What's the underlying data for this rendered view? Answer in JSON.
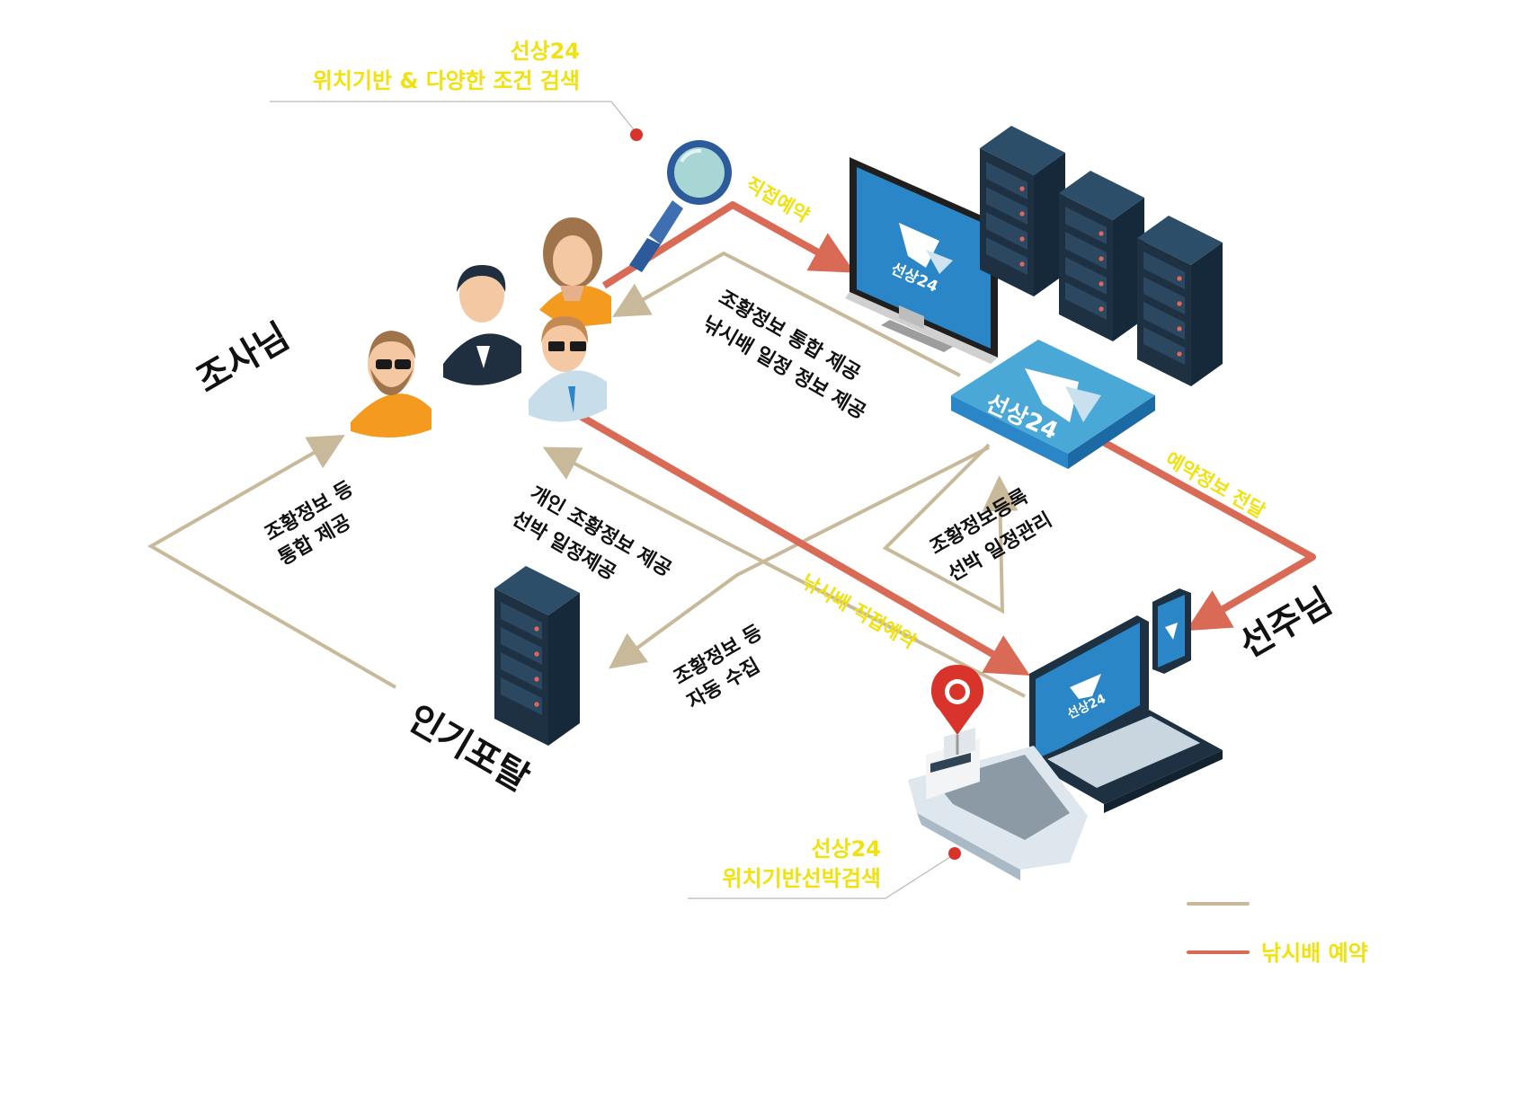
{
  "callouts": {
    "search_top": {
      "line1": "선상24",
      "line2": "위치기반 & 다양한 조건 검색"
    },
    "search_bottom": {
      "line1": "선상24",
      "line2": "위치기반선박검색"
    }
  },
  "actors": {
    "anglers": "조사님",
    "portal": "인기포탈",
    "captain": "선주님"
  },
  "flows": {
    "direct_booking": "직접예약",
    "info_line1": "조황정보 통합 제공",
    "info_line2": "낚시배 일정 정보 제공",
    "reservation_delivery": "예약정보 전달",
    "register_line1": "조황정보등록",
    "register_line2": "선박 일정관리",
    "personal_line1": "개인 조황정보 제공",
    "personal_line2": "선박 일정제공",
    "boat_direct_booking": "낚시배 직접예약",
    "portal_to_anglers_line1": "조황정보 등",
    "portal_to_anglers_line2": "통합 제공",
    "collect_line1": "조황정보 등",
    "collect_line2": "자동 수집"
  },
  "brand": {
    "logo_text": "선상24"
  },
  "legend": {
    "items": [
      {
        "label": "",
        "color": "#c8b99a"
      },
      {
        "label": "낚시배 예약",
        "color": "#d96a55"
      }
    ]
  },
  "icons": [
    "magnifier-icon",
    "server-rack-icon",
    "monitor-icon",
    "hub-icon",
    "laptop-icon",
    "phone-icon",
    "boat-icon",
    "location-pin-icon",
    "person-icon"
  ],
  "colors": {
    "tan_line": "#c8b99a",
    "red_line": "#d96a55",
    "yellow_text": "#f0e10f",
    "brand_blue": "#2a86c6",
    "navy": "#1e3142"
  }
}
